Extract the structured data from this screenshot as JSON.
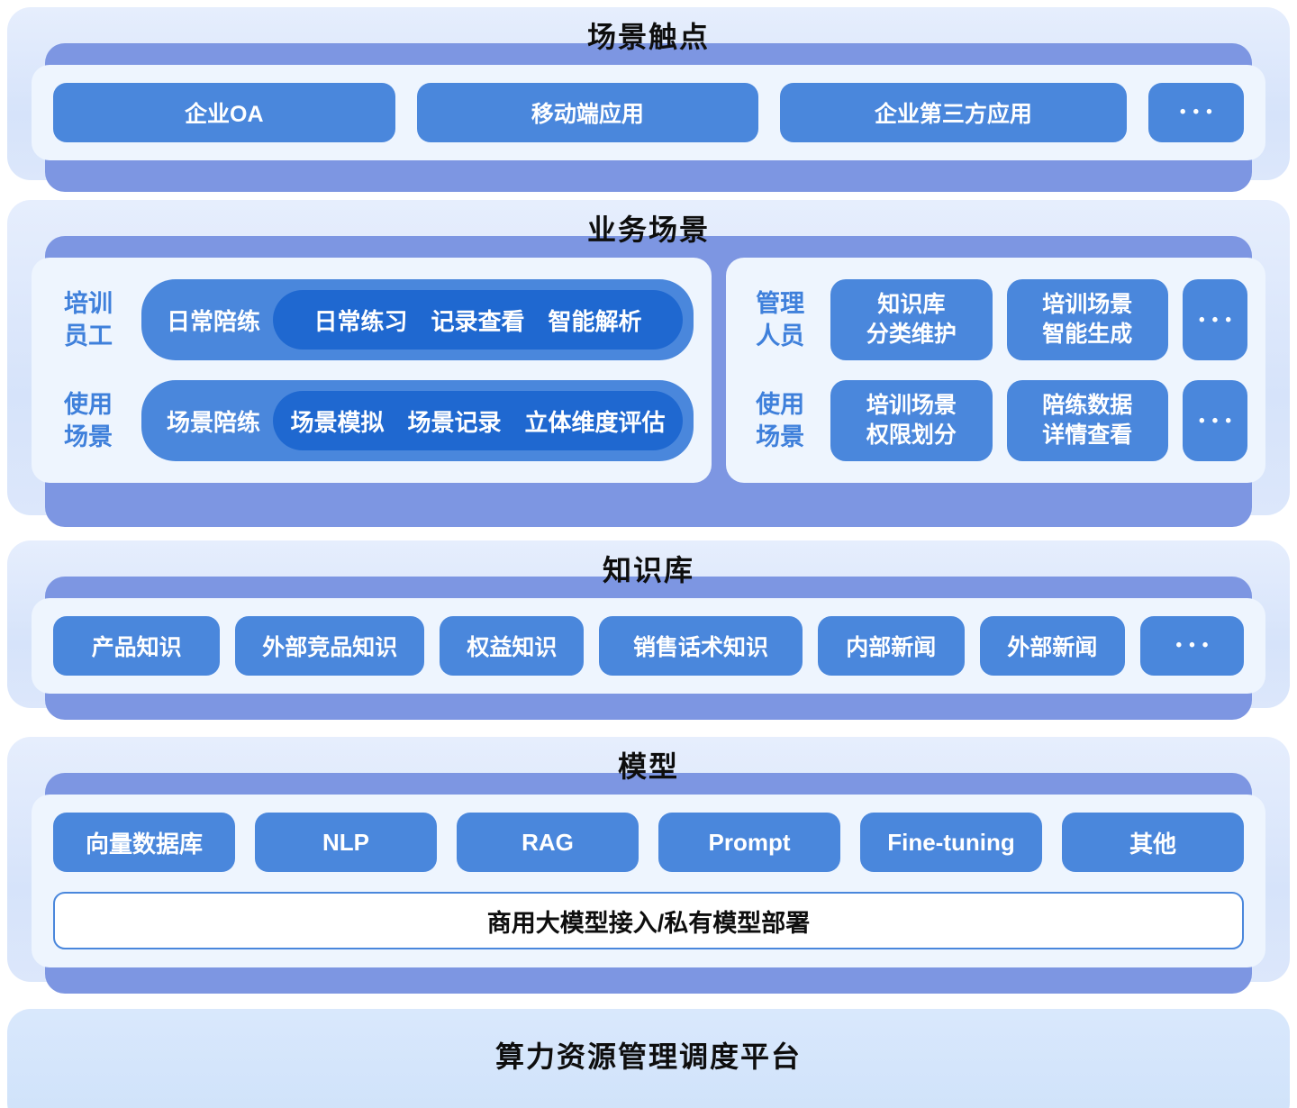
{
  "colors": {
    "section_background_top": "#e6eefd",
    "section_background_bottom": "#dce7fb",
    "section_back_layer": "#7d96e2",
    "tray_background": "#eef5fe",
    "button_blue": "#4a87dc",
    "inner_pill_blue": "#1f68d0",
    "side_label_blue": "#3f80db",
    "title_text": "#0e0e0e",
    "button_text": "#ffffff",
    "page_background": "#ffffff"
  },
  "touchpoints": {
    "title": "场景触点",
    "buttons": [
      {
        "label": "企业OA"
      },
      {
        "label": "移动端应用"
      },
      {
        "label": "企业第三方应用"
      },
      {
        "label": "•••"
      }
    ]
  },
  "business": {
    "title": "业务场景",
    "left": {
      "rows": [
        {
          "side1": "培训",
          "side2": "员工",
          "pill": "日常陪练",
          "items": "日常练习　记录查看　智能解析"
        },
        {
          "side1": "使用",
          "side2": "场景",
          "pill": "场景陪练",
          "items": "场景模拟　场景记录　立体维度评估"
        }
      ]
    },
    "right": {
      "rows": [
        {
          "side1": "管理",
          "side2": "人员",
          "chips": [
            {
              "line1": "知识库",
              "line2": "分类维护"
            },
            {
              "line1": "培训场景",
              "line2": "智能生成"
            }
          ],
          "more": "•••"
        },
        {
          "side1": "使用",
          "side2": "场景",
          "chips": [
            {
              "line1": "培训场景",
              "line2": "权限划分"
            },
            {
              "line1": "陪练数据",
              "line2": "详情查看"
            }
          ],
          "more": "•••"
        }
      ]
    }
  },
  "knowledge": {
    "title": "知识库",
    "buttons": [
      {
        "label": "产品知识"
      },
      {
        "label": "外部竞品知识"
      },
      {
        "label": "权益知识"
      },
      {
        "label": "销售话术知识"
      },
      {
        "label": "内部新闻"
      },
      {
        "label": "外部新闻"
      },
      {
        "label": "•••"
      }
    ]
  },
  "model": {
    "title": "模型",
    "buttons": [
      {
        "label": "向量数据库"
      },
      {
        "label": "NLP"
      },
      {
        "label": "RAG"
      },
      {
        "label": "Prompt"
      },
      {
        "label": "Fine-tuning"
      },
      {
        "label": "其他"
      }
    ],
    "bar": "商用大模型接入/私有模型部署"
  },
  "platform": {
    "title": "算力资源管理调度平台"
  }
}
